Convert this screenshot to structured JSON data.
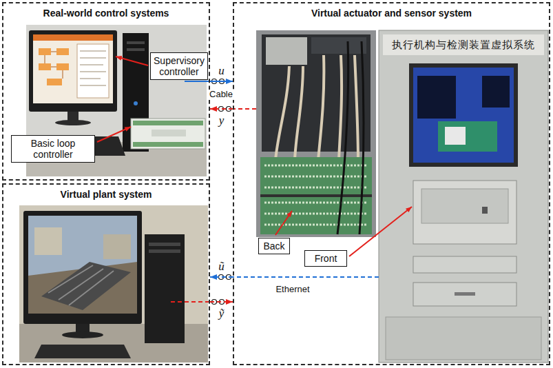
{
  "diagram": {
    "nodes": [
      {
        "text": [
          "Real-world control systems"
        ]
      },
      {
        "text": [
          "Supervisory controller"
        ],
        "in": 0
      },
      {
        "text": [
          "Basic loop controller"
        ],
        "in": 0
      },
      {
        "text": [
          "Virtual actuator and sensor system"
        ]
      },
      {
        "text": [
          "Back"
        ],
        "in": 3
      },
      {
        "text": [
          "Front"
        ],
        "in": 3
      },
      {
        "text": [
          "Virtual plant system"
        ]
      }
    ],
    "edges": [
      {
        "from": 0,
        "to": 3,
        "arrow": "to",
        "label": "u"
      },
      {
        "from": 3,
        "to": 0,
        "arrow": "to",
        "label": "y"
      },
      {
        "from": 3,
        "to": 6,
        "arrow": "to",
        "label": "ũ"
      },
      {
        "from": 6,
        "to": 3,
        "arrow": "to",
        "label": "ỹ"
      }
    ],
    "labels": [
      "Cable",
      "Ethernet",
      "执行机构与检测装置虚拟系统"
    ]
  }
}
